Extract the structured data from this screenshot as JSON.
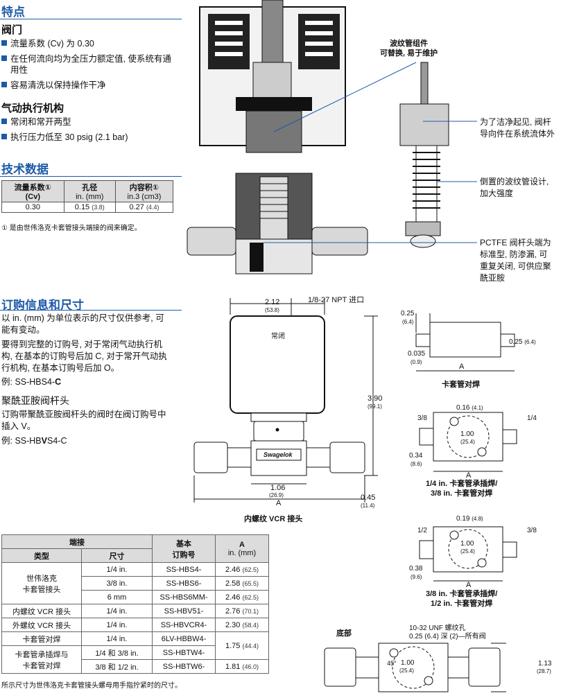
{
  "features": {
    "title": "特点",
    "valve_title": "阀门",
    "valve_items": [
      "流量系数 (Cv) 为 0.30",
      "在任何流向均为全压力额定值, 使系统有通用性",
      "容易清洗以保持操作干净"
    ],
    "actuator_title": "气动执行机构",
    "actuator_items": [
      "常闭和常开两型",
      "执行压力低至 30 psig (2.1 bar)"
    ]
  },
  "tech": {
    "title": "技术数据",
    "headers": [
      {
        "line1": "流量系数①",
        "line2": "(Cv)"
      },
      {
        "line1": "孔径",
        "line2": "in. (mm)"
      },
      {
        "line1": "内容积①",
        "line2": "in.3 (cm3)"
      }
    ],
    "row": [
      "0.30",
      "0.15",
      "(3.8)",
      "0.27",
      "(4.4)"
    ],
    "footnote": "① 是由世伟洛克卡套管接头端接的阀来确定。"
  },
  "callouts": {
    "bellows": "波纹管组件\n可替换, 易于维护",
    "stem_guide": "为了洁净起见, 阀杆\n导向件在系统流体外",
    "inverted": "倒置的波纹管设计,\n加大强度",
    "pctfe": "PCTFE 阀杆头端为\n标准型, 防渗漏, 可\n重复关闭, 可供应聚\n酰亚胺"
  },
  "ordering": {
    "title": "订购信息和尺寸",
    "p1": "以 in. (mm) 为单位表示的尺寸仅供参考, 可能有变动。",
    "p2": "要得到完整的订购号, 对于常闭气动执行机构, 在基本的订购号后加 C, 对于常开气动执行机构, 在基本订购号后加 O。",
    "ex1_prefix": "例: SS-HBS4-",
    "ex1_bold": "C",
    "sub_title": "聚酰亚胺阀杆头",
    "p3": "订购带聚酰亚胺阀杆头的阀时在阀订购号中插入 V。",
    "ex2_prefix": "例: SS-HB",
    "ex2_bold": "V",
    "ex2_suffix": "S4-C"
  },
  "main_drawing": {
    "dim_top": "2.12",
    "dim_top_mm": "(53.8)",
    "port": "1/8-27 NPT 进口",
    "nc": "常闭",
    "height": "3.90",
    "height_mm": "(99.1)",
    "width_center": "1.06",
    "width_center_mm": "(26.9)",
    "A": "A",
    "bottom": "0.45",
    "bottom_mm": "(11.4)",
    "brand": "Swagelok",
    "caption": "内螺纹 VCR 接头"
  },
  "butt_weld": {
    "d1": "0.25",
    "d1_mm": "(6.4)",
    "d2": "0.035",
    "d2_mm": "(0.9)",
    "d3": "0.25",
    "d3_mm": "(6.4)",
    "A": "A",
    "caption": "卡套管对焊"
  },
  "socket1": {
    "top": "0.16",
    "top_mm": "(4.1)",
    "left": "3/8",
    "right": "1/4",
    "center": "1.00",
    "center_mm": "(25.4)",
    "side": "0.34",
    "side_mm": "(8.6)",
    "A": "A",
    "caption1": "1/4 in. 卡套管承插焊/",
    "caption2": "3/8 in. 卡套管对焊"
  },
  "socket2": {
    "top": "0.19",
    "top_mm": "(4.8)",
    "left": "1/2",
    "right": "3/8",
    "center": "1.00",
    "center_mm": "(25.4)",
    "side": "0.38",
    "side_mm": "(9.6)",
    "A": "A",
    "caption1": "3/8 in. 卡套管承插焊/",
    "caption2": "1/2 in. 卡套管对焊"
  },
  "bottom_view": {
    "label": "底部",
    "hole": "10-32 UNF 螺纹孔",
    "hole_depth": "0.25 (6.4) 深 (2)—所有阀",
    "angle": "45°",
    "center": "1.00",
    "center_mm": "(25.4)",
    "height": "1.13",
    "height_mm": "(28.7)"
  },
  "order_table": {
    "h_end": "端接",
    "h_type": "类型",
    "h_size": "尺寸",
    "h_base1": "基本",
    "h_base2": "订购号",
    "h_A": "A",
    "h_A_unit": "in. (mm)",
    "g1_type1": "世伟洛克",
    "g1_type2": "卡套管接头",
    "rows": [
      {
        "size": "1/4 in.",
        "pn": "SS-HBS4-",
        "a": "2.46",
        "mm": "(62.5)"
      },
      {
        "size": "3/8 in.",
        "pn": "SS-HBS6-",
        "a": "2.58",
        "mm": "(65.5)"
      },
      {
        "size": "6 mm",
        "pn": "SS-HBS6MM-",
        "a": "2.46",
        "mm": "(62.5)"
      },
      {
        "type": "内螺纹 VCR 接头",
        "size": "1/4 in.",
        "pn": "SS-HBV51-",
        "a": "2.76",
        "mm": "(70.1)"
      },
      {
        "type": "外螺纹 VCR 接头",
        "size": "1/4 in.",
        "pn": "SS-HBVCR4-",
        "a": "2.30",
        "mm": "(58.4)"
      },
      {
        "type": "卡套管对焊",
        "size": "1/4 in.",
        "pn": "6LV-HBBW4-"
      },
      {
        "size": "1/4 和 3/8 in.",
        "pn": "SS-HBTW4-"
      },
      {
        "size": "3/8 和 1/2 in.",
        "pn": "SS-HBTW6-",
        "a": "1.81",
        "mm": "(46.0)"
      }
    ],
    "merged_a": "1.75",
    "merged_mm": "(44.4)",
    "g4_type1": "卡套管承插焊与",
    "g4_type2": "卡套管对焊",
    "footnote": "所示尺寸为世伟洛克卡套管接头螺母用手指拧紧时的尺寸。"
  }
}
